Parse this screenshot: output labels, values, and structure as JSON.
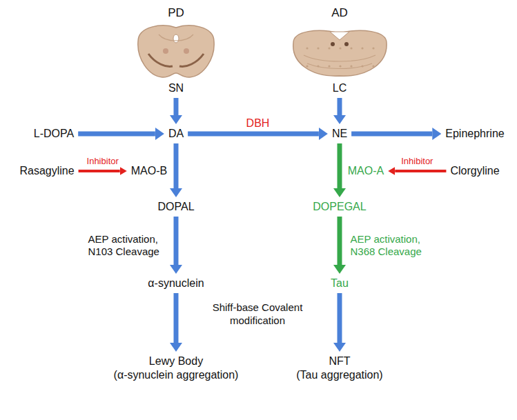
{
  "diagram": {
    "nodes": [
      {
        "text": [
          "SN"
        ]
      },
      {
        "text": [
          "LC"
        ]
      },
      {
        "text": [
          "L-DOPA"
        ]
      },
      {
        "text": [
          "DA"
        ]
      },
      {
        "text": [
          "NE"
        ]
      },
      {
        "text": [
          "Epinephrine"
        ]
      },
      {
        "text": [
          "Rasagyline"
        ]
      },
      {
        "text": [
          "MAO-B"
        ]
      },
      {
        "text": [
          "MAO-A"
        ]
      },
      {
        "text": [
          "Clorgyline"
        ]
      },
      {
        "text": [
          "DOPAL"
        ]
      },
      {
        "text": [
          "DOPEGAL"
        ]
      },
      {
        "text": [
          "α-synuclein"
        ]
      },
      {
        "text": [
          "Tau"
        ]
      },
      {
        "text": [
          "Lewy Body",
          "(α-synuclein aggregation)"
        ]
      },
      {
        "text": [
          "NFT",
          "(Tau aggregation)"
        ]
      }
    ],
    "edges": [
      {
        "from": 0,
        "to": 3,
        "arrow": "to"
      },
      {
        "from": 1,
        "to": 4,
        "arrow": "to"
      },
      {
        "from": 2,
        "to": 3,
        "arrow": "to"
      },
      {
        "from": 3,
        "to": 4,
        "label": "DBH",
        "arrow": "to"
      },
      {
        "from": 4,
        "to": 5,
        "arrow": "to"
      },
      {
        "from": 6,
        "to": 7,
        "label": "Inhibitor",
        "arrow": "to"
      },
      {
        "from": 9,
        "to": 8,
        "label": "Inhibitor",
        "arrow": "to"
      },
      {
        "from": 3,
        "to": 10,
        "arrow": "to"
      },
      {
        "from": 4,
        "to": 11,
        "arrow": "to"
      },
      {
        "from": 10,
        "to": 12,
        "label": "AEP activation, N103 Cleavage",
        "arrow": "to"
      },
      {
        "from": 11,
        "to": 13,
        "label": "AEP activation, N368 Cleavage",
        "arrow": "to"
      },
      {
        "from": 12,
        "to": 14,
        "arrow": "to"
      },
      {
        "from": 13,
        "to": 15,
        "arrow": "to"
      }
    ],
    "labels": [
      "PD",
      "AD",
      "Shiff-base Covalent modification"
    ]
  }
}
